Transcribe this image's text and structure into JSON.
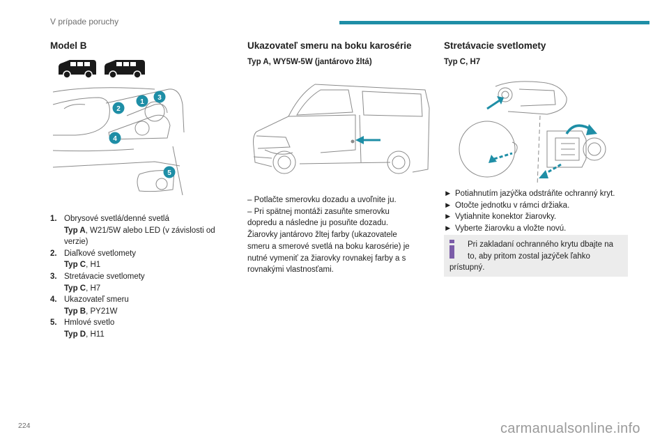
{
  "header": {
    "section_title": "V prípade poruchy"
  },
  "page_number": "224",
  "watermark": "carmanualsonline.info",
  "colors": {
    "accent": "#1e8ea6",
    "callout": "#1e8ea6",
    "info_icon": "#7b5ca8"
  },
  "column1": {
    "title": "Model B",
    "callouts": [
      "1",
      "2",
      "3",
      "4",
      "5"
    ],
    "legend": [
      {
        "num": "1.",
        "text": "Obrysové svetlá/denné svetlá",
        "type_label": "Typ A",
        "type_value": ", W21/5W alebo LED (v závislosti od verzie)"
      },
      {
        "num": "2.",
        "text": "Diaľkové svetlomety",
        "type_label": "Typ C",
        "type_value": ", H1"
      },
      {
        "num": "3.",
        "text": "Stretávacie svetlomety",
        "type_label": "Typ C",
        "type_value": ", H7"
      },
      {
        "num": "4.",
        "text": "Ukazovateľ smeru",
        "type_label": "Typ B",
        "type_value": ", PY21W"
      },
      {
        "num": "5.",
        "text": "Hmlové svetlo",
        "type_label": "Typ D",
        "type_value": ", H11"
      }
    ]
  },
  "column2": {
    "title": "Ukazovateľ smeru na boku karosérie",
    "subtitle": "Typ A, WY5W-5W (jantárovo žltá)",
    "lines": [
      "– Potlačte smerovku dozadu a uvoľnite ju.",
      "– Pri spätnej montáži zasuňte smerovku",
      "dopredu a následne ju posuňte dozadu.",
      "Žiarovky jantárovo žltej farby (ukazovatele",
      "smeru a smerové svetlá na boku karosérie) je",
      "nutné vymeniť za žiarovky rovnakej farby a s",
      "rovnakými vlastnosťami."
    ]
  },
  "column3": {
    "title": "Stretávacie svetlomety",
    "subtitle": "Typ C, H7",
    "step_marker": "►",
    "steps": [
      "Potiahnutím jazýčka odstráňte ochranný kryt.",
      "Otočte jednotku v rámci držiaka.",
      "Vytiahnite konektor žiarovky.",
      "Vyberte žiarovku a vložte novú."
    ],
    "info_line1": "Pri zakladaní ochranného krytu dbajte na",
    "info_line2": "to, aby pritom zostal jazýček ľahko",
    "info_line3": "prístupný."
  }
}
